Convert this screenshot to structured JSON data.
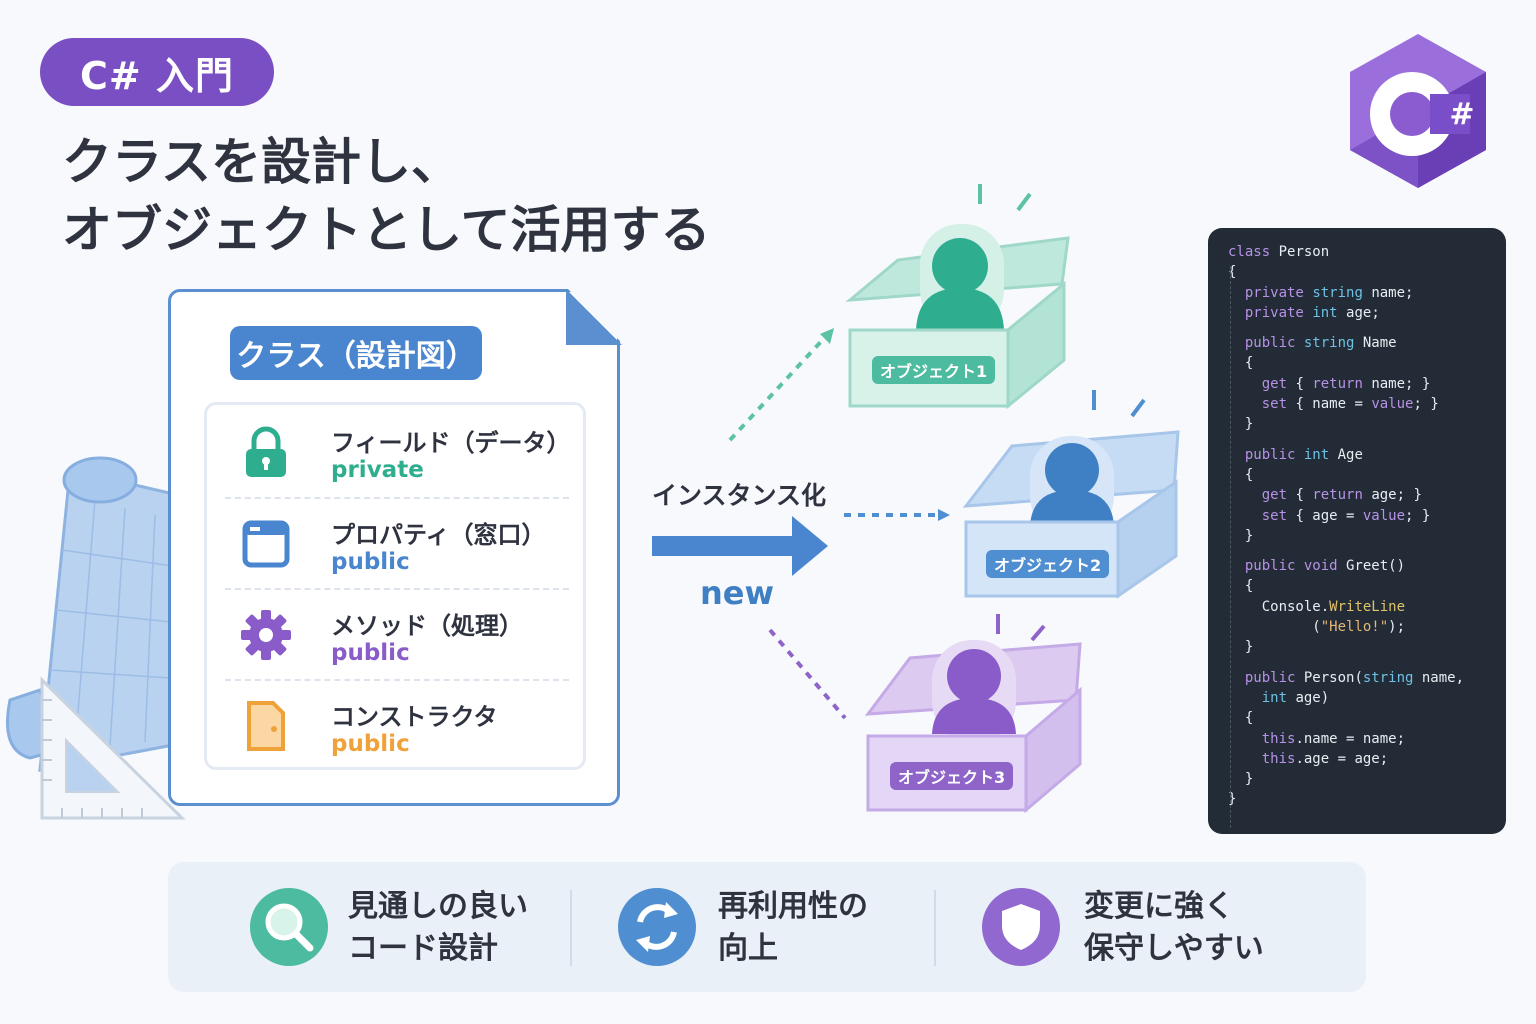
{
  "badge": "C# 入門",
  "title": {
    "line1": "クラスを設計し、",
    "line2": "オブジェクトとして活用する"
  },
  "logo": {
    "mark": "C",
    "hash": "#",
    "color": "#7b4fc4"
  },
  "class_card": {
    "header": "クラス（設計図）",
    "rows": [
      {
        "name": "フィールド（データ）",
        "modifier": "private",
        "icon": "lock-icon",
        "color": "#2fae8f"
      },
      {
        "name": "プロパティ（窓口）",
        "modifier": "public",
        "icon": "window-icon",
        "color": "#4a86cf"
      },
      {
        "name": "メソッド（処理）",
        "modifier": "public",
        "icon": "gear-icon",
        "color": "#8a5cc9"
      },
      {
        "name": "コンストラクタ",
        "modifier": "public",
        "icon": "door-icon",
        "color": "#f0a23a"
      }
    ]
  },
  "instantiation": {
    "label": "インスタンス化",
    "keyword": "new"
  },
  "objects": [
    {
      "label": "オブジェクト1",
      "color": "#5cc2a6"
    },
    {
      "label": "オブジェクト2",
      "color": "#4f8fd1"
    },
    {
      "label": "オブジェクト3",
      "color": "#8e64c9"
    }
  ],
  "code_lines": [
    "class Person",
    "{",
    "  private string name;",
    "  private int age;",
    "",
    "  public string Name",
    "  {",
    "    get { return name; }",
    "    set { name = value; }",
    "  }",
    "",
    "  public int Age",
    "  {",
    "    get { return age; }",
    "    set { age = value; }",
    "  }",
    "",
    "  public void Greet()",
    "  {",
    "    Console.WriteLine",
    "          (\"Hello!\");",
    "  }",
    "",
    "  public Person(string name,",
    "    int age)",
    "  {",
    "    this.name = name;",
    "    this.age = age;",
    "  }",
    "}"
  ],
  "benefits": [
    {
      "line1": "見通しの良い",
      "line2": "コード設計",
      "icon": "magnifier-icon",
      "color": "#4dbb9f"
    },
    {
      "line1": "再利用性の",
      "line2": "向上",
      "icon": "recycle-icon",
      "color": "#4f8fd1"
    },
    {
      "line1": "変更に強く",
      "line2": "保守しやすい",
      "icon": "shield-icon",
      "color": "#9068cf"
    }
  ]
}
